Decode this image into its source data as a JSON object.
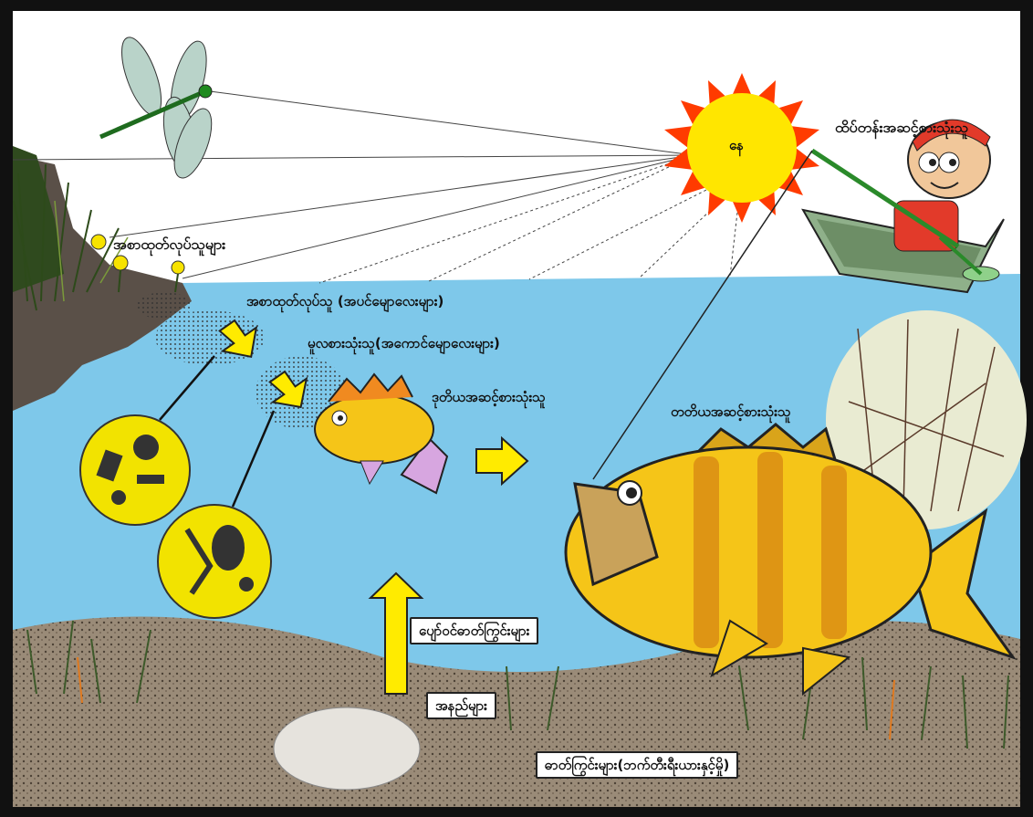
{
  "labels": {
    "sun": "နေ",
    "tertiary_consumer_top": "ထိပ်တန်းအဆင့်စားသုံးသူ",
    "producers_plants": "အစာထုတ်လုပ်သူများ",
    "producers_phytoplankton": "အစာထုတ်လုပ်သူ (အပင်မျောလေးများ)",
    "primary_consumer": "မူလစားသုံးသူ(အကောင်မျောလေးများ)",
    "secondary_consumer": "ဒုတိယအဆင့်စားသုံးသူ",
    "tertiary_consumer": "တတိယအဆင့်စားသုံးသူ",
    "minerals": "ပျော်ဝင်ဓာတ်ကြွင်းများ",
    "sediment": "အနည်များ",
    "decomposers": "ဓာတ်ကြွင်းများ(ဘက်တီးရီးယားနှင့်မှို)"
  },
  "colors": {
    "sky": "#ffffff",
    "water": "#7ec8ea",
    "sun_core": "#ffe600",
    "sun_rays": "#ff3b00",
    "arrow_fill": "#ffeb00",
    "fish_body": "#f5c518",
    "mud": "#8a7a6a",
    "grass": "#3d5a2a"
  },
  "icons": [
    "dragonfly-icon",
    "sun-icon",
    "fisherman-icon",
    "boat-icon",
    "small-fish-icon",
    "perch-fish-icon",
    "flower-icon",
    "microscope-circle-icon"
  ]
}
